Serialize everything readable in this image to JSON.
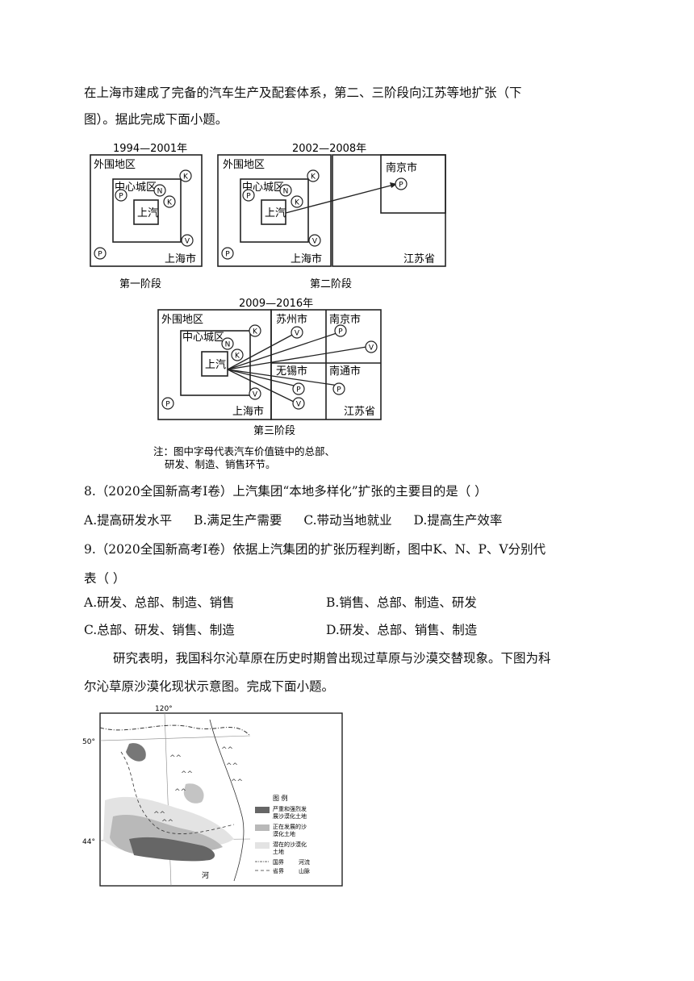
{
  "intro": {
    "line1": "在上海市建成了完备的汽车生产及配套体系，第二、三阶段向江苏等地扩张（下",
    "line2": "图）。据此完成下面小题。"
  },
  "diagram": {
    "stage1": {
      "years": "1994—2001年",
      "outer": "外围地区",
      "center": "中心城区",
      "company": "上汽",
      "city": "上海市",
      "caption": "第一阶段",
      "letters": [
        "K",
        "N",
        "P",
        "K",
        "V",
        "P"
      ]
    },
    "stage2": {
      "years": "2002—2008年",
      "outer": "外围地区",
      "center": "中心城区",
      "company": "上汽",
      "city": "上海市",
      "nanjing": "南京市",
      "province": "江苏省",
      "caption": "第二阶段",
      "letters": [
        "K",
        "N",
        "P",
        "K",
        "V",
        "P",
        "P"
      ]
    },
    "stage3": {
      "years": "2009—2016年",
      "outer": "外围地区",
      "center": "中心城区",
      "company": "上汽",
      "city": "上海市",
      "suzhou": "苏州市",
      "nanjing": "南京市",
      "wuxi": "无锡市",
      "nantong": "南通市",
      "province": "江苏省",
      "caption": "第三阶段",
      "letters": [
        "K",
        "N",
        "K",
        "V",
        "P",
        "V",
        "P",
        "V",
        "P",
        "P",
        "V"
      ]
    },
    "note1": "注：图中字母代表汽车价值链中的总部、",
    "note2": "研发、制造、销售环节。"
  },
  "q8": {
    "stem": "8.（2020全国新高考I卷）上汽集团“本地多样化”扩张的主要目的是（    ）",
    "options": [
      "A.提高研发水平",
      "B.满足生产需要",
      "C.带动当地就业",
      "D.提高生产效率"
    ]
  },
  "q9": {
    "stem1": "9.（2020全国新高考I卷）依据上汽集团的扩张历程判断，图中K、N、P、V分别代",
    "stem2": "表（    ）",
    "options": [
      "A.研发、总部、制造、销售",
      "B.销售、总部、制造、研发",
      "C.总部、研发、销售、制造",
      "D.研发、总部、销售、制造"
    ]
  },
  "passage": {
    "line1": "研究表明，我国科尔沁草原在历史时期曾出现过草原与沙漠交替现象。下图为科",
    "line2": "尔沁草原沙漠化现状示意图。完成下面小题。"
  },
  "map": {
    "lon": "120°",
    "lat1": "50°",
    "lat2": "44°",
    "river_label": "河",
    "legend": {
      "title": "图    例",
      "item1a": "严重和强烈发",
      "item1b": "展沙漠化土地",
      "item2a": "正在发展的沙",
      "item2b": "漠化土地",
      "item3a": "潜在的沙漠化",
      "item3b": "土地",
      "border": "国界",
      "river": "河流",
      "province": "省界",
      "mountain": "山脉"
    }
  }
}
